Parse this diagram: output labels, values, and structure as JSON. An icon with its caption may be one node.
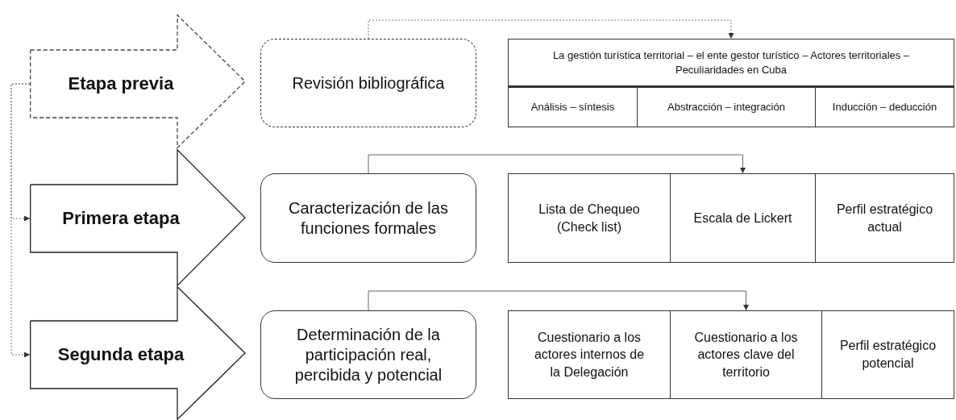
{
  "diagram": {
    "nodes": [
      {
        "text": [
          "Etapa previa"
        ]
      },
      {
        "text": [
          "Revisión bibliográfica"
        ]
      },
      {
        "text": [
          "La gestión turística territorial – el ente gestor turístico – Actores territoriales – Peculiaridades en Cuba"
        ]
      },
      {
        "text": [
          "Análisis – síntesis"
        ]
      },
      {
        "text": [
          "Abstracción – integración"
        ]
      },
      {
        "text": [
          "Inducción – deducción"
        ]
      },
      {
        "text": [
          "Primera etapa"
        ]
      },
      {
        "text": [
          "Caracterización de las funciones formales"
        ]
      },
      {
        "text": [
          "Lista de Chequeo (Check list)"
        ]
      },
      {
        "text": [
          "Escala de Lickert"
        ]
      },
      {
        "text": [
          "Perfil estratégico actual"
        ]
      },
      {
        "text": [
          "Segunda etapa"
        ]
      },
      {
        "text": [
          "Determinación de la participación real, percibida y potencial"
        ]
      },
      {
        "text": [
          "Cuestionario a los actores internos de la Delegación"
        ]
      },
      {
        "text": [
          "Cuestionario a los actores clave del territorio"
        ]
      },
      {
        "text": [
          "Perfil estratégico potencial"
        ]
      }
    ],
    "edges": [
      {
        "from": 0,
        "to": 6,
        "arrow": "to",
        "style": "dashed"
      },
      {
        "from": 0,
        "to": 11,
        "arrow": "to",
        "style": "dashed"
      },
      {
        "from": 1,
        "to": 2,
        "arrow": "to",
        "style": "dashed"
      },
      {
        "from": 7,
        "to": 9,
        "arrow": "to"
      },
      {
        "from": 12,
        "to": 14,
        "arrow": "to"
      }
    ]
  }
}
